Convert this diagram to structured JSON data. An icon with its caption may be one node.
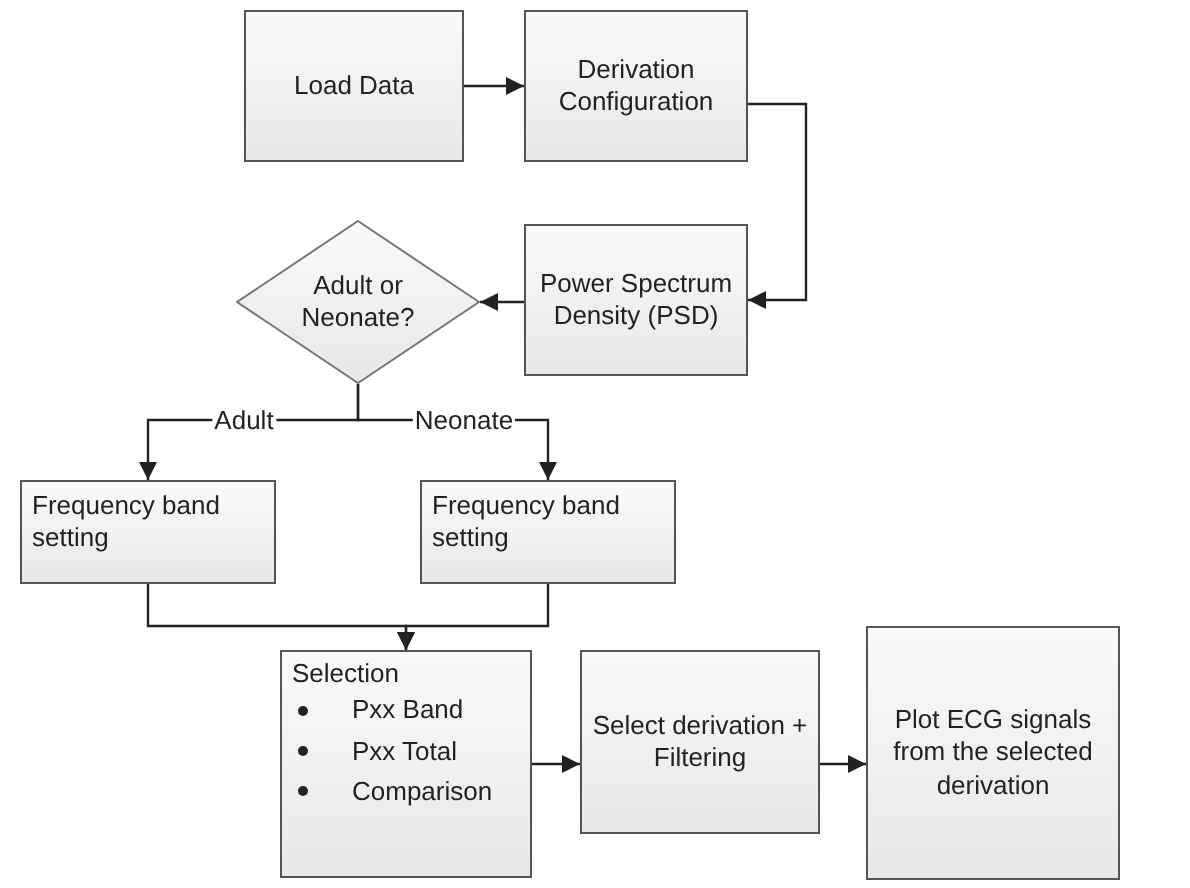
{
  "diagram": {
    "nodes": [
      {
        "text": [
          "Load Data"
        ]
      },
      {
        "text": [
          "Derivation Configuration"
        ]
      },
      {
        "text": [
          "Power Spectrum Density (PSD)"
        ]
      },
      {
        "text": [
          "Adult or Neonate?"
        ]
      },
      {
        "text": [
          "Frequency band setting"
        ]
      },
      {
        "text": [
          "Frequency band setting"
        ]
      },
      {
        "text": [
          "Selection",
          "Pxx Band",
          "Pxx Total",
          "Comparison"
        ]
      },
      {
        "text": [
          "Select derivation + Filtering"
        ]
      },
      {
        "text": [
          "Plot ECG signals from the selected derivation"
        ]
      }
    ],
    "edges": [
      {
        "from": 0,
        "to": 1,
        "arrow": "to"
      },
      {
        "from": 1,
        "to": 2,
        "arrow": "to"
      },
      {
        "from": 2,
        "to": 3,
        "arrow": "to"
      },
      {
        "from": 3,
        "to": 4,
        "arrow": "to",
        "label": "Adult"
      },
      {
        "from": 3,
        "to": 5,
        "arrow": "to",
        "label": "Neonate"
      },
      {
        "from": 4,
        "to": 6,
        "arrow": "to"
      },
      {
        "from": 5,
        "to": 6,
        "arrow": "to"
      },
      {
        "from": 6,
        "to": 7,
        "arrow": "to"
      },
      {
        "from": 7,
        "to": 8,
        "arrow": "to"
      }
    ]
  }
}
